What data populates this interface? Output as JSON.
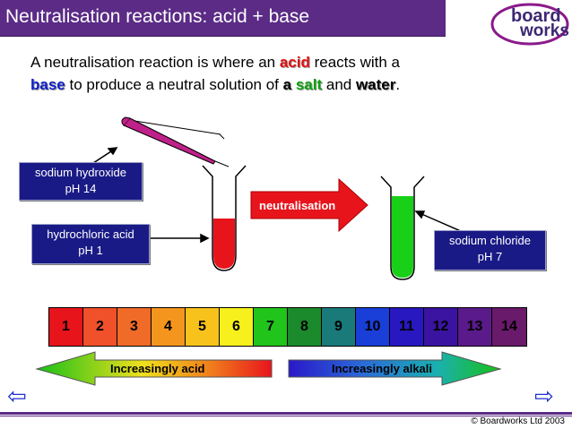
{
  "title": "Neutralisation reactions: acid + base",
  "logo": {
    "line1": "board",
    "line2": "works"
  },
  "intro": {
    "part1": "A neutralisation reaction is where an ",
    "acid": "acid",
    "part2": " reacts with a ",
    "base": "base",
    "part3": " to produce a neutral solution of ",
    "a": "a",
    "salt": "salt",
    "part4": " and ",
    "water": "water",
    "part5": "."
  },
  "labels": {
    "sodium_hydroxide_line1": "sodium hydroxide",
    "sodium_hydroxide_line2": "pH 14",
    "hydrochloric_acid_line1": "hydrochloric acid",
    "hydrochloric_acid_line2": "pH 1",
    "neutralisation": "neutralisation",
    "sodium_chloride_line1": "sodium chloride",
    "sodium_chloride_line2": "pH 7"
  },
  "ph_scale": [
    {
      "label": "1",
      "color": "#e8141c"
    },
    {
      "label": "2",
      "color": "#f0502a"
    },
    {
      "label": "3",
      "color": "#f06a28"
    },
    {
      "label": "4",
      "color": "#f4961e"
    },
    {
      "label": "5",
      "color": "#f8c21c"
    },
    {
      "label": "6",
      "color": "#f8f01c"
    },
    {
      "label": "7",
      "color": "#20c41a"
    },
    {
      "label": "8",
      "color": "#1a8a2c"
    },
    {
      "label": "9",
      "color": "#1a7a7a"
    },
    {
      "label": "10",
      "color": "#1a3ed8"
    },
    {
      "label": "11",
      "color": "#2818c0"
    },
    {
      "label": "12",
      "color": "#3a14a0"
    },
    {
      "label": "13",
      "color": "#5a1a8a"
    },
    {
      "label": "14",
      "color": "#6a1a6a"
    }
  ],
  "arrows": {
    "acid": "Increasingly acid",
    "alkali": "Increasingly alkali"
  },
  "nav": {
    "prev": "⇦",
    "next": "⇨"
  },
  "copyright": "© Boardworks Ltd 2003",
  "colors": {
    "title_bg": "#5b2b86",
    "label_bg": "#1a1a86",
    "acid_liquid": "#e8141c",
    "neutral_liquid": "#18d018",
    "alkali_pipette": "#c0208a",
    "neutralisation_arrow": "#e8141c",
    "nav_arrow": "#1e2ed0"
  }
}
